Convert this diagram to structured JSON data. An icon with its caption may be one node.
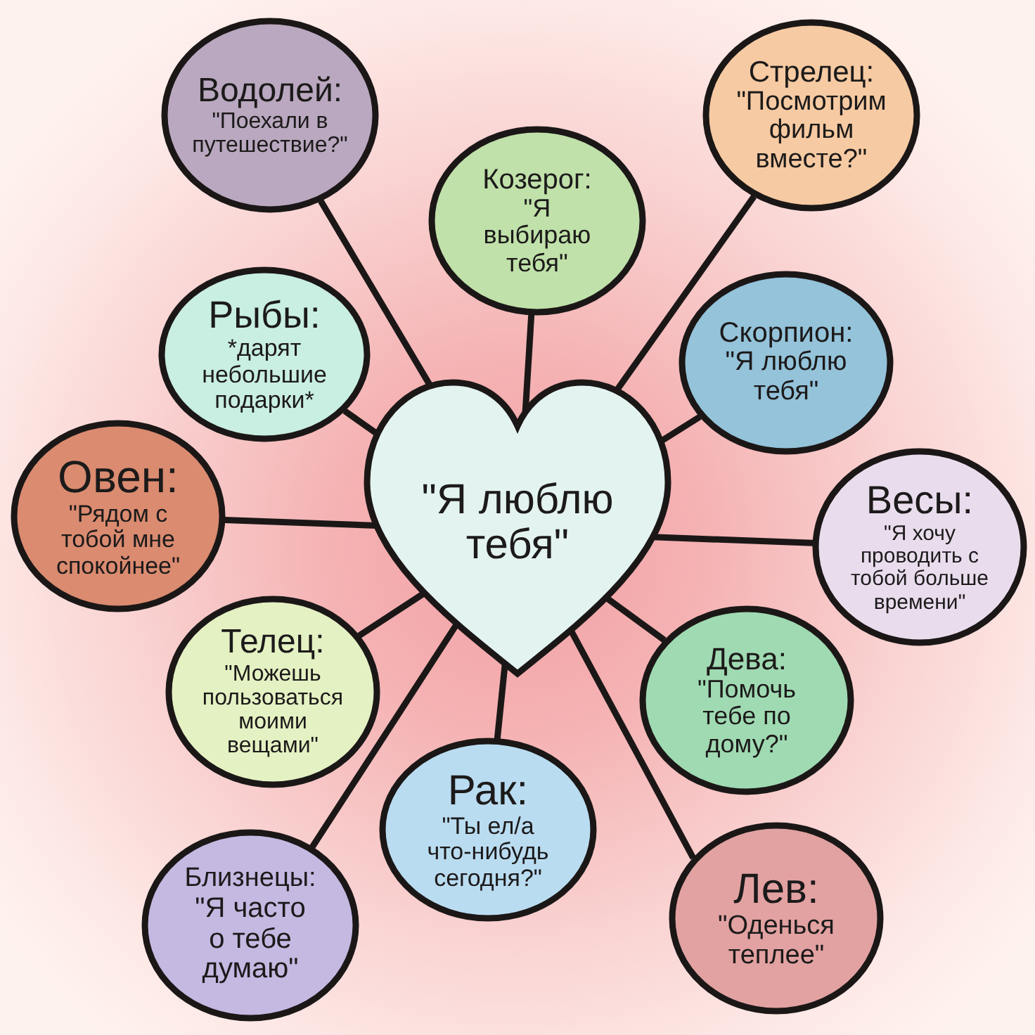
{
  "diagram": {
    "nodes": [
      {
        "text": [
          "Водолей:",
          "\"Поехали в путешествие?\""
        ]
      },
      {
        "text": [
          "Стрелец:",
          "\"Посмотрим фильм вместе?\""
        ]
      },
      {
        "text": [
          "Козерог:",
          "\"Я выбираю тебя\""
        ]
      },
      {
        "text": [
          "Рыбы:",
          "*дарят небольшие подарки*"
        ]
      },
      {
        "text": [
          "Скорпион:",
          "\"Я люблю тебя\""
        ]
      },
      {
        "text": [
          "Овен:",
          "\"Рядом с тобой мне спокойнее\""
        ]
      },
      {
        "text": [
          "\"Я люблю тебя\""
        ]
      },
      {
        "text": [
          "Весы:",
          "\"Я хочу проводить с тобой больше времени\""
        ]
      },
      {
        "text": [
          "Телец:",
          "\"Можешь пользоваться моими вещами\""
        ]
      },
      {
        "text": [
          "Дева:",
          "\"Помочь тебе по дому?\""
        ]
      },
      {
        "text": [
          "Рак:",
          "\"Ты ел/а что-нибудь сегодня?\""
        ]
      },
      {
        "text": [
          "Близнецы:",
          "\"Я часто о тебе думаю\""
        ]
      },
      {
        "text": [
          "Лев:",
          "\"Оденься теплее\""
        ]
      }
    ],
    "edges": [
      {
        "from": 6,
        "to": 0,
        "arrow": "none"
      },
      {
        "from": 6,
        "to": 1,
        "arrow": "none"
      },
      {
        "from": 6,
        "to": 2,
        "arrow": "none"
      },
      {
        "from": 6,
        "to": 3,
        "arrow": "none"
      },
      {
        "from": 6,
        "to": 4,
        "arrow": "none"
      },
      {
        "from": 6,
        "to": 5,
        "arrow": "none"
      },
      {
        "from": 6,
        "to": 7,
        "arrow": "none"
      },
      {
        "from": 6,
        "to": 8,
        "arrow": "none"
      },
      {
        "from": 6,
        "to": 9,
        "arrow": "none"
      },
      {
        "from": 6,
        "to": 10,
        "arrow": "none"
      },
      {
        "from": 6,
        "to": 11,
        "arrow": "none"
      },
      {
        "from": 6,
        "to": 12,
        "arrow": "none"
      }
    ]
  }
}
